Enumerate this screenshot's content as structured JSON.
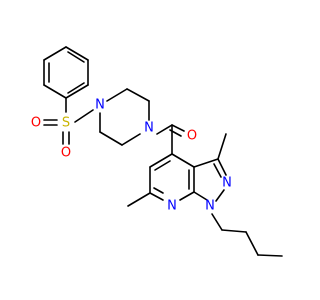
{
  "molecule": {
    "atoms": {
      "s1": {
        "symbol": "S",
        "color": "#c8b400"
      },
      "o_s_top": {
        "symbol": "O",
        "color": "#ff0000"
      },
      "o_s_bottom": {
        "symbol": "O",
        "color": "#ff0000"
      },
      "n_pip_1": {
        "symbol": "N",
        "color": "#0000ff"
      },
      "n_pip_4": {
        "symbol": "N",
        "color": "#0000ff"
      },
      "o_carbonyl": {
        "symbol": "O",
        "color": "#ff0000"
      },
      "n_pyrazole_2": {
        "symbol": "N",
        "color": "#0000ff"
      },
      "n_pyrazole_1": {
        "symbol": "N",
        "color": "#0000ff"
      },
      "n_pyridine": {
        "symbol": "N",
        "color": "#0000ff"
      }
    },
    "bond_color": "#000000"
  }
}
